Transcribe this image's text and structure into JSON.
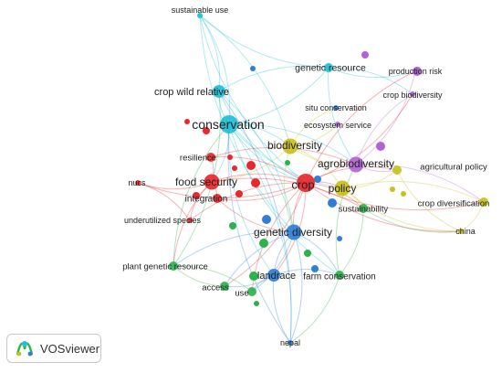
{
  "app": {
    "name": "VOSviewer"
  },
  "clusters": {
    "red": "#e8282b",
    "green": "#2cb34a",
    "blue": "#2f7fd6",
    "yellow": "#c9c01a",
    "purple": "#b463d6",
    "cyan": "#1ebfd8"
  },
  "nodes": [
    {
      "id": "sustainable_use",
      "label": "sustainable use",
      "cluster": "cyan",
      "size": 1
    },
    {
      "id": "genetic_resource",
      "label": "genetic resource",
      "cluster": "cyan",
      "size": 2
    },
    {
      "id": "production_risk",
      "label": "production risk",
      "cluster": "purple",
      "size": 1
    },
    {
      "id": "crop_biodiversity",
      "label": "crop biodiversity",
      "cluster": "purple",
      "size": 1
    },
    {
      "id": "crop_wild_relative",
      "label": "crop wild relative",
      "cluster": "cyan",
      "size": 3
    },
    {
      "id": "situ_conservation",
      "label": "situ conservation",
      "cluster": "blue",
      "size": 1
    },
    {
      "id": "ecosystem_service",
      "label": "ecosystem service",
      "cluster": "purple",
      "size": 1
    },
    {
      "id": "conservation",
      "label": "conservation",
      "cluster": "cyan",
      "size": 5
    },
    {
      "id": "biodiversity",
      "label": "biodiversity",
      "cluster": "yellow",
      "size": 4
    },
    {
      "id": "agrobiodiversity",
      "label": "agrobiodiversity",
      "cluster": "purple",
      "size": 4
    },
    {
      "id": "agricultural_policy",
      "label": "agricultural policy",
      "cluster": "yellow",
      "size": 2
    },
    {
      "id": "resilience",
      "label": "resilience",
      "cluster": "red",
      "size": 2
    },
    {
      "id": "nucs",
      "label": "nucs",
      "cluster": "red",
      "size": 1
    },
    {
      "id": "food_security",
      "label": "food security",
      "cluster": "red",
      "size": 4
    },
    {
      "id": "crop",
      "label": "crop",
      "cluster": "red",
      "size": 5
    },
    {
      "id": "policy",
      "label": "policy",
      "cluster": "yellow",
      "size": 4
    },
    {
      "id": "integration",
      "label": "integration",
      "cluster": "red",
      "size": 2
    },
    {
      "id": "crop_diversification",
      "label": "crop diversification",
      "cluster": "yellow",
      "size": 2
    },
    {
      "id": "sustainability",
      "label": "sustainability",
      "cluster": "green",
      "size": 2
    },
    {
      "id": "underutilized_species",
      "label": "underutilized species",
      "cluster": "red",
      "size": 1
    },
    {
      "id": "genetic_diversity",
      "label": "genetic diversity",
      "cluster": "blue",
      "size": 4
    },
    {
      "id": "china",
      "label": "china",
      "cluster": "yellow",
      "size": 1
    },
    {
      "id": "plant_genetic_resource",
      "label": "plant genetic resource",
      "cluster": "green",
      "size": 2
    },
    {
      "id": "landrace",
      "label": "landrace",
      "cluster": "blue",
      "size": 3
    },
    {
      "id": "farm_conservation",
      "label": "farm conservation",
      "cluster": "green",
      "size": 2
    },
    {
      "id": "access",
      "label": "access",
      "cluster": "green",
      "size": 2
    },
    {
      "id": "use",
      "label": "use",
      "cluster": "green",
      "size": 2
    },
    {
      "id": "nepal",
      "label": "nepal",
      "cluster": "blue",
      "size": 1
    }
  ]
}
